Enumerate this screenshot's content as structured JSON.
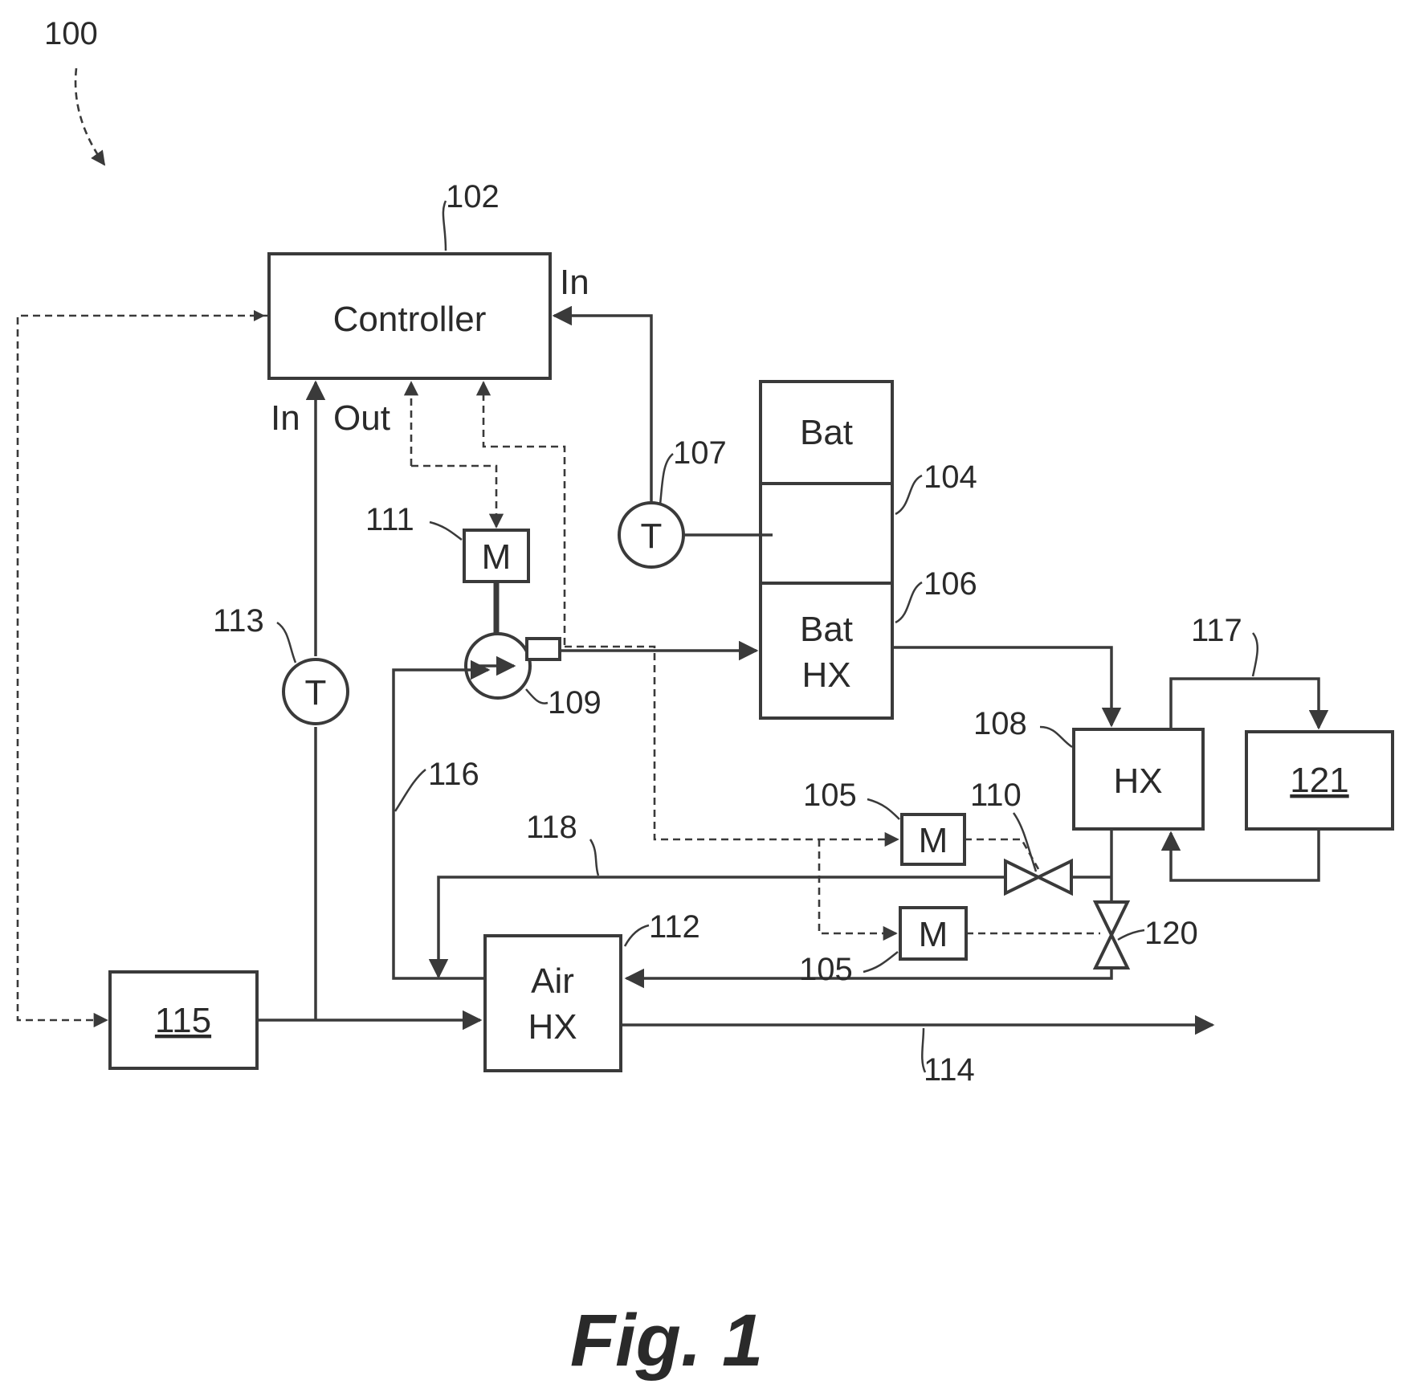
{
  "system_ref": "100",
  "figure_caption": "Fig. 1",
  "controller": {
    "label": "Controller",
    "ref": "102",
    "port_in_right": "In",
    "port_in_bottom": "In",
    "port_out_bottom": "Out"
  },
  "battery": {
    "label": "Bat",
    "ref": "104"
  },
  "battery_hx": {
    "label_line1": "Bat",
    "label_line2": "HX",
    "ref": "106"
  },
  "temp_sensor_battery": {
    "symbol": "T",
    "ref": "107"
  },
  "temp_sensor_air": {
    "symbol": "T",
    "ref": "113"
  },
  "pump_motor": {
    "symbol": "M",
    "ref": "111"
  },
  "pump": {
    "ref": "109"
  },
  "heat_exchanger": {
    "label": "HX",
    "ref": "108"
  },
  "block_121": {
    "label": "121"
  },
  "block_115": {
    "label": "115"
  },
  "air_hx": {
    "label_line1": "Air",
    "label_line2": "HX",
    "ref": "112"
  },
  "valve_motor_upper": {
    "symbol": "M",
    "ref": "105"
  },
  "valve_motor_lower": {
    "symbol": "M",
    "ref": "105"
  },
  "valve_upper": {
    "ref": "110"
  },
  "valve_lower": {
    "ref": "120"
  },
  "lines": {
    "loop_116": "116",
    "bypass_118": "118",
    "outlet_114": "114",
    "loop_117": "117"
  }
}
